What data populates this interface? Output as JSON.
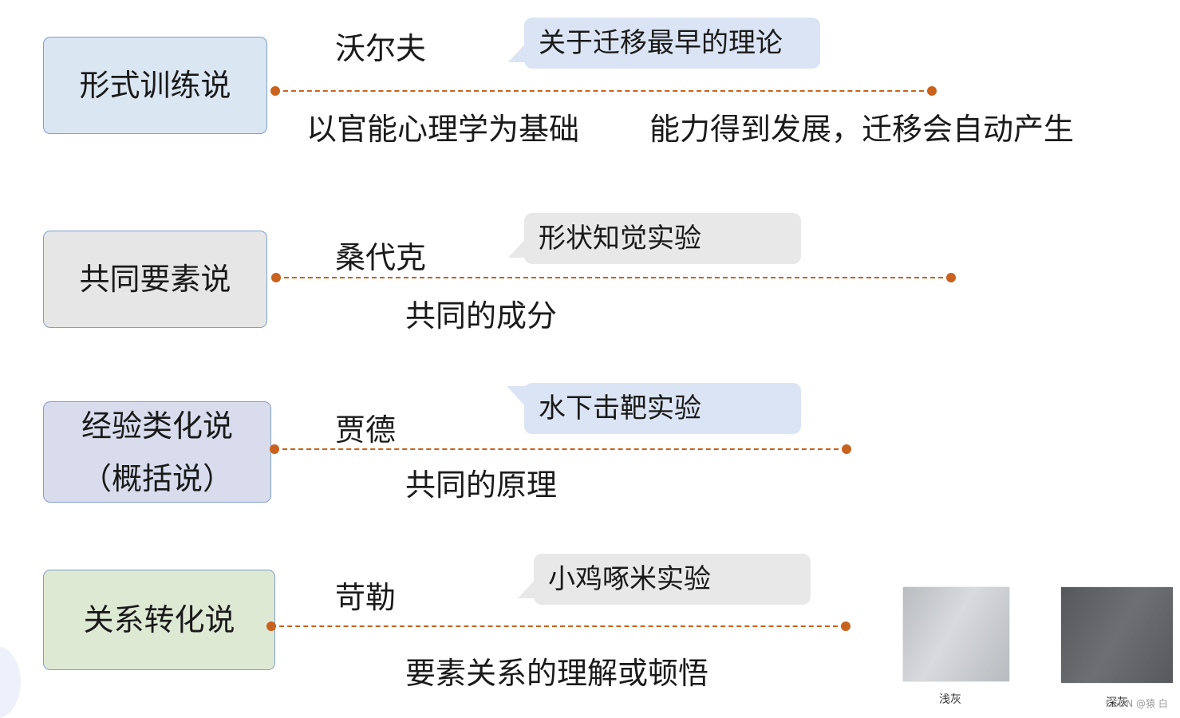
{
  "colors": {
    "accent_orange": "#c8621e",
    "box_border": "#7f9fc8",
    "box1_fill": "#dbe6f3",
    "box2_fill": "#e6e6e6",
    "box3_fill": "#d8dced",
    "box4_fill": "#dee9d4",
    "callout_blue": "#dbe4f4",
    "callout_gray": "#e8e8e8"
  },
  "theories": [
    {
      "name": "形式训练说",
      "person": "沃尔夫",
      "callout": "关于迁移最早的理论",
      "basis": "以官能心理学为基础",
      "view": "能力得到发展，迁移会自动产生"
    },
    {
      "name": "共同要素说",
      "person": "桑代克",
      "callout": "形状知觉实验",
      "view": "共同的成分"
    },
    {
      "name": "经验类化说\n（概括说）",
      "person": "贾德",
      "callout": "水下击靶实验",
      "view": "共同的原理"
    },
    {
      "name": "关系转化说",
      "person": "苛勒",
      "callout": "小鸡啄米实验",
      "view": "要素关系的理解或顿悟"
    }
  ],
  "swatches": [
    {
      "label": "浅灰",
      "color": "#c4c7cb"
    },
    {
      "label": "深灰",
      "color": "#5e6064"
    }
  ],
  "watermark": "CSDN @猿 白"
}
